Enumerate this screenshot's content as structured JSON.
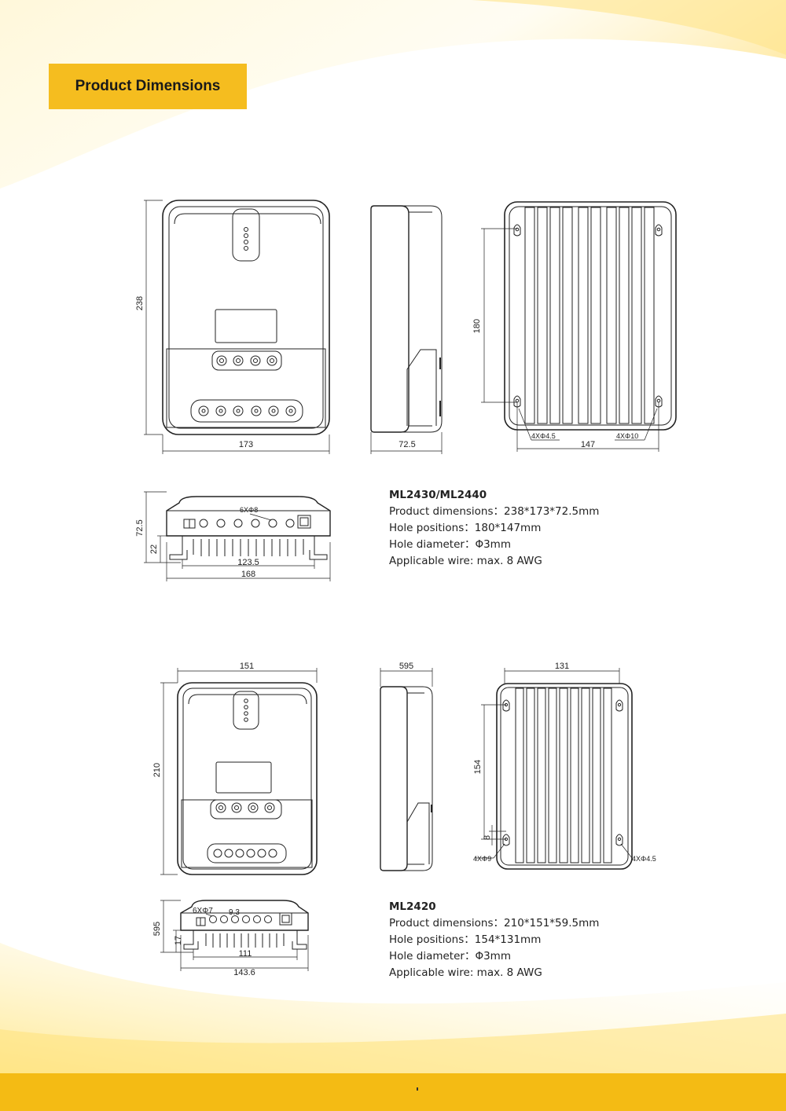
{
  "page": {
    "title": "Product Dimensions",
    "accent_color": "#f5bd1f",
    "footer_color": "#f4bb14"
  },
  "model_a": {
    "name": "ML2430/ML2440",
    "specs": [
      "Product dimensions：238*173*72.5mm",
      "Hole positions：180*147mm",
      "Hole diameter：Φ3mm",
      "Applicable wire: max. 8 AWG"
    ],
    "dims": {
      "front_height": "238",
      "front_width": "173",
      "side_depth": "72.5",
      "back_hole_vertical": "180",
      "back_hole_horizontal": "147",
      "back_hole_small": "4XΦ4.5",
      "back_hole_large": "4XΦ10",
      "bottom_holes": "6XΦ8",
      "bottom_height": "72.5",
      "bottom_fin_height": "22",
      "bottom_inner_width": "123.5",
      "bottom_total_width": "168"
    }
  },
  "model_b": {
    "name": "ML2420",
    "specs": [
      "Product dimensions：210*151*59.5mm",
      "Hole positions：154*131mm",
      "Hole diameter：Φ3mm",
      "Applicable wire: max. 8 AWG"
    ],
    "dims": {
      "front_width": "151",
      "front_height": "210",
      "side_depth": "595",
      "back_width": "131",
      "back_hole_vertical": "154",
      "back_hole_offset": "8",
      "back_hole_left": "4XΦ9",
      "back_hole_right": "4XΦ4.5",
      "bottom_holes": "6XΦ7",
      "bottom_spacing": "9.3",
      "bottom_height": "595",
      "bottom_fin_height": "17",
      "bottom_inner_width": "111",
      "bottom_total_width": "143.6"
    }
  }
}
